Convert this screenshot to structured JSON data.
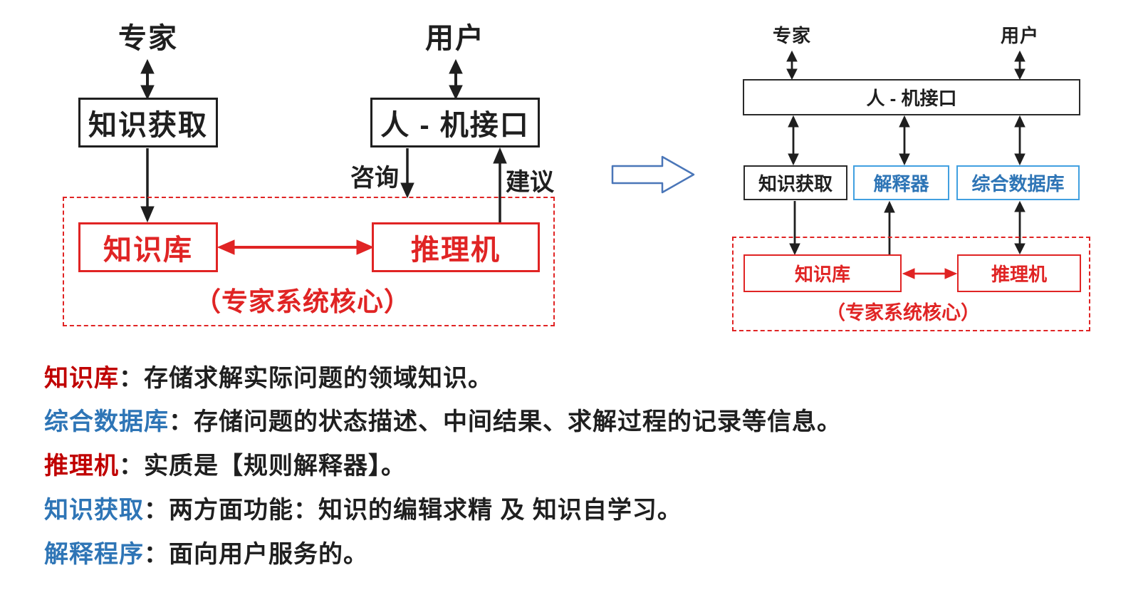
{
  "colors": {
    "diagram_red": "#e02424",
    "note_red": "#c00000",
    "note_blue": "#2e75b6",
    "blue_box_border": "#41a0e0",
    "blue_box_text": "#2e75b6",
    "black": "#1f1f1f",
    "transform_arrow_outline": "#4a76b8"
  },
  "left_diagram": {
    "expert_label": "专家",
    "user_label": "用户",
    "knowledge_acquisition_box": "知识获取",
    "human_machine_interface_box": "人 - 机接口",
    "consult_label": "咨询",
    "suggest_label": "建议",
    "knowledge_base_box": "知识库",
    "inference_engine_box": "推理机",
    "core_caption": "（专家系统核心）"
  },
  "right_diagram": {
    "expert_label": "专家",
    "user_label": "用户",
    "human_machine_interface_box": "人 - 机接口",
    "knowledge_acquisition_box": "知识获取",
    "interpreter_box": "解释器",
    "global_database_box": "综合数据库",
    "knowledge_base_box": "知识库",
    "inference_engine_box": "推理机",
    "core_caption": "（专家系统核心）"
  },
  "notes": [
    {
      "term": "知识库",
      "term_color": "#c00000",
      "desc": "：存储求解实际问题的领域知识。"
    },
    {
      "term": "综合数据库",
      "term_color": "#2e75b6",
      "desc": "：存储问题的状态描述、中间结果、求解过程的记录等信息。"
    },
    {
      "term": "推理机",
      "term_color": "#c00000",
      "desc": "：实质是【规则解释器】。"
    },
    {
      "term": "知识获取",
      "term_color": "#2e75b6",
      "desc": "：两方面功能：知识的编辑求精 及 知识自学习。"
    },
    {
      "term": "解释程序",
      "term_color": "#2e75b6",
      "desc": "：面向用户服务的。"
    }
  ]
}
